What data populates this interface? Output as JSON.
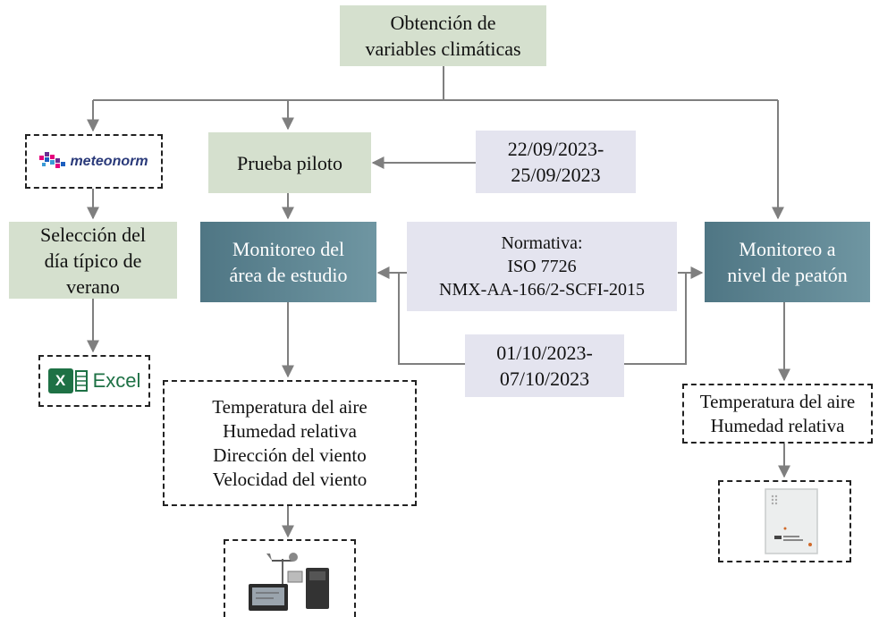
{
  "nodes": {
    "root": [
      "Obtención de",
      "variables climáticas"
    ],
    "meteonorm_logo": "meteonorm",
    "pilot": "Prueba piloto",
    "pilot_dates": [
      "22/09/2023-",
      "25/09/2023"
    ],
    "typical_day": [
      "Selección del",
      "día típico de",
      "verano"
    ],
    "monitoring_area": [
      "Monitoreo del",
      "área de estudio"
    ],
    "regulation": [
      "Normativa:",
      "ISO 7726",
      "NMX-AA-166/2-SCFI-2015"
    ],
    "monitoring_pedestrian": [
      "Monitoreo a",
      "nivel de peatón"
    ],
    "excel_logo": {
      "letter": "X",
      "word": "Excel"
    },
    "monitoring_dates": [
      "01/10/2023-",
      "07/10/2023"
    ],
    "area_variables": [
      "Temperatura del aire",
      "Humedad relativa",
      "Dirección del viento",
      "Velocidad del viento"
    ],
    "pedestrian_variables": [
      "Temperatura del aire",
      "Humedad relativa"
    ]
  },
  "colors": {
    "green_box": "#d5e0ce",
    "lavender_box": "#e4e4ef",
    "teal_box_start": "#4f7684",
    "teal_box_end": "#6f96a2",
    "arrow": "#7f7f7f",
    "excel_green": "#1e7145"
  },
  "icons": [
    "weather-station-icon",
    "data-logger-icon"
  ]
}
